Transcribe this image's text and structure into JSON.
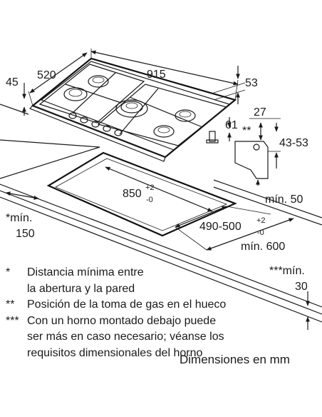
{
  "dimensions": {
    "d45": "45",
    "d520": "520",
    "d915": "915",
    "d53": "53",
    "d27": "27",
    "d61": "61",
    "star2": "**",
    "d4353": "43-53",
    "cut_width": "850",
    "cut_width_tol_plus": "+2",
    "cut_width_tol_minus": "-0",
    "min50": "mín. 50",
    "star_min": "*mín.",
    "d150": "150",
    "cut_depth": "490-500",
    "cut_depth_tol_plus": "+2",
    "cut_depth_tol_minus": "-0",
    "min600": "mín. 600",
    "star3_min": "***mín.",
    "d30": "30"
  },
  "notes": [
    {
      "mark": "*",
      "lines": [
        "Distancia mínima entre",
        "la abertura y la pared"
      ]
    },
    {
      "mark": "**",
      "lines": [
        "Posición de la toma de gas en el hueco"
      ]
    },
    {
      "mark": "***",
      "lines": [
        "Con un horno montado debajo puede",
        "ser más en caso necesario; véanse los",
        "requisitos dimensionales del horno"
      ]
    }
  ],
  "units_label": "Dimensiones en mm",
  "colors": {
    "line": "#1a1a1a",
    "grate": "#3a3a3a",
    "background": "#ffffff"
  }
}
